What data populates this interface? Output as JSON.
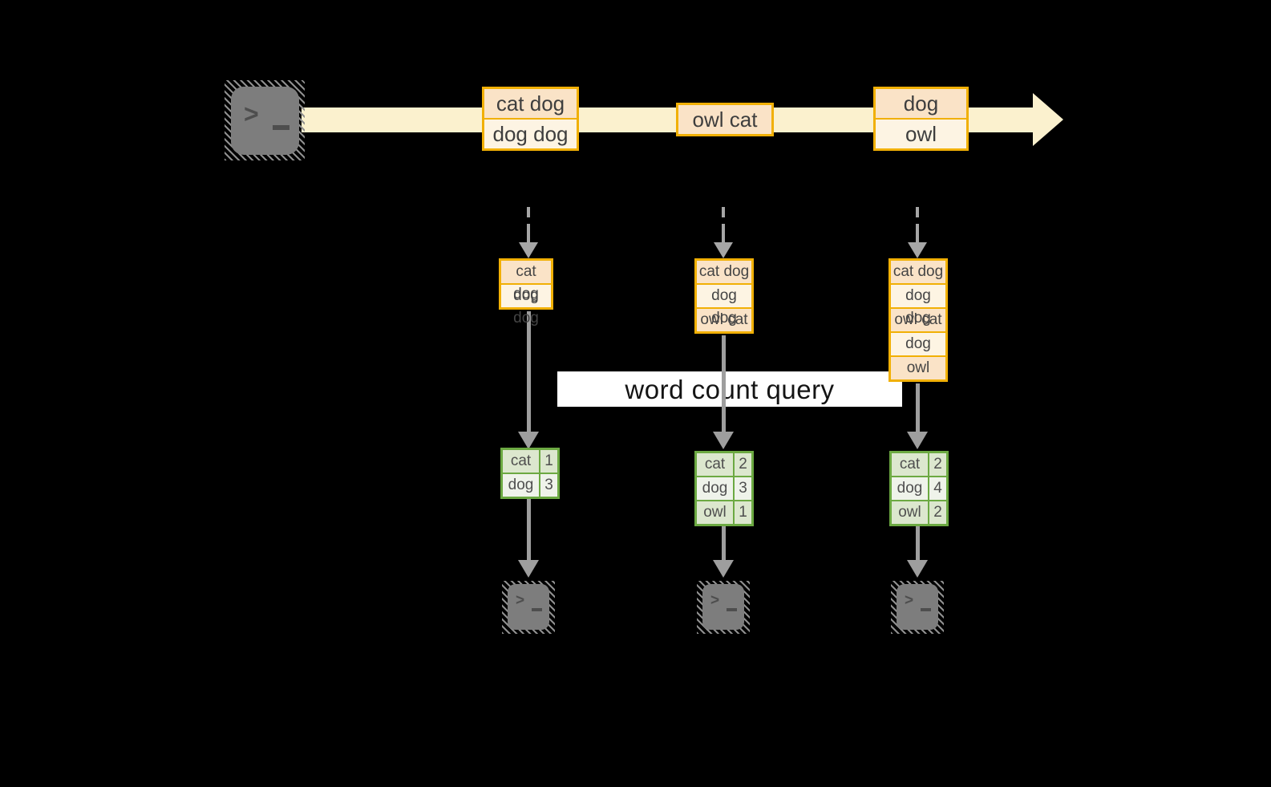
{
  "query_label": "word count query",
  "stream": {
    "boxes": [
      {
        "rows": [
          "cat dog",
          "dog dog"
        ]
      },
      {
        "rows": [
          "owl cat"
        ]
      },
      {
        "rows": [
          "dog",
          "owl"
        ]
      }
    ]
  },
  "columns": [
    {
      "buffer": [
        "cat dog",
        "dog dog"
      ],
      "counts": [
        [
          "cat",
          "1"
        ],
        [
          "dog",
          "3"
        ]
      ]
    },
    {
      "buffer": [
        "cat dog",
        "dog dog",
        "owl cat"
      ],
      "counts": [
        [
          "cat",
          "2"
        ],
        [
          "dog",
          "3"
        ],
        [
          "owl",
          "1"
        ]
      ]
    },
    {
      "buffer": [
        "cat dog",
        "dog dog",
        "owl cat",
        "dog",
        "owl"
      ],
      "counts": [
        [
          "cat",
          "2"
        ],
        [
          "dog",
          "4"
        ],
        [
          "owl",
          "2"
        ]
      ]
    }
  ],
  "icons": {
    "prompt_chevron": ">"
  },
  "colors": {
    "background": "#000000",
    "stream_fill": "#FBF1CE",
    "box_border": "#F1B005",
    "box_fill_peach": "#FAE3C7",
    "box_fill_cream": "#FDF4E3",
    "table_border": "#6CA942",
    "table_fill_dark": "#DCE7CE",
    "table_fill_light": "#EFF3EA",
    "arrow_gray": "#9E9E9E",
    "terminal_gray": "#7D7D7D",
    "label_bg": "#FFFFFF"
  }
}
